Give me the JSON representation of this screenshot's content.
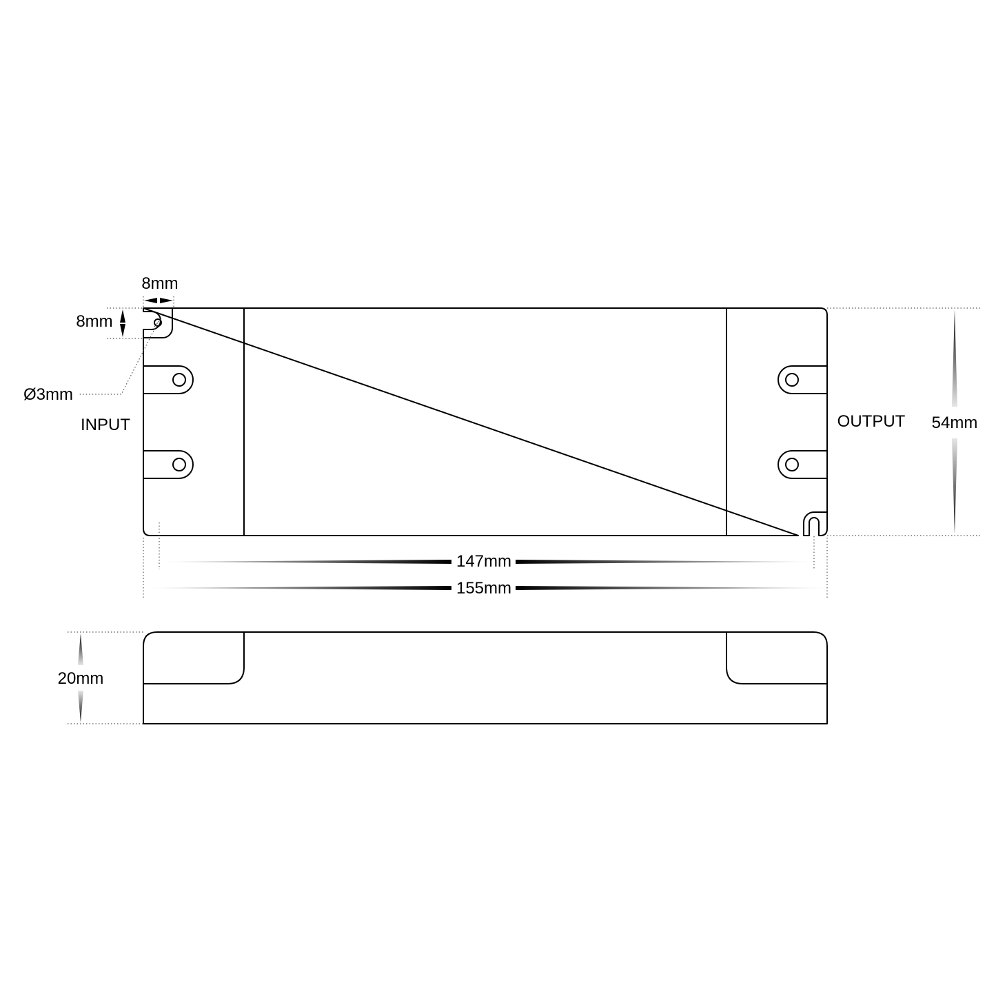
{
  "labels": {
    "input": "INPUT",
    "output": "OUTPUT"
  },
  "dimensions": {
    "tab_width": "8mm",
    "tab_height": "8mm",
    "hole_diameter": "Ø3mm",
    "height": "54mm",
    "hole_spacing": "147mm",
    "length": "155mm",
    "depth": "20mm"
  }
}
